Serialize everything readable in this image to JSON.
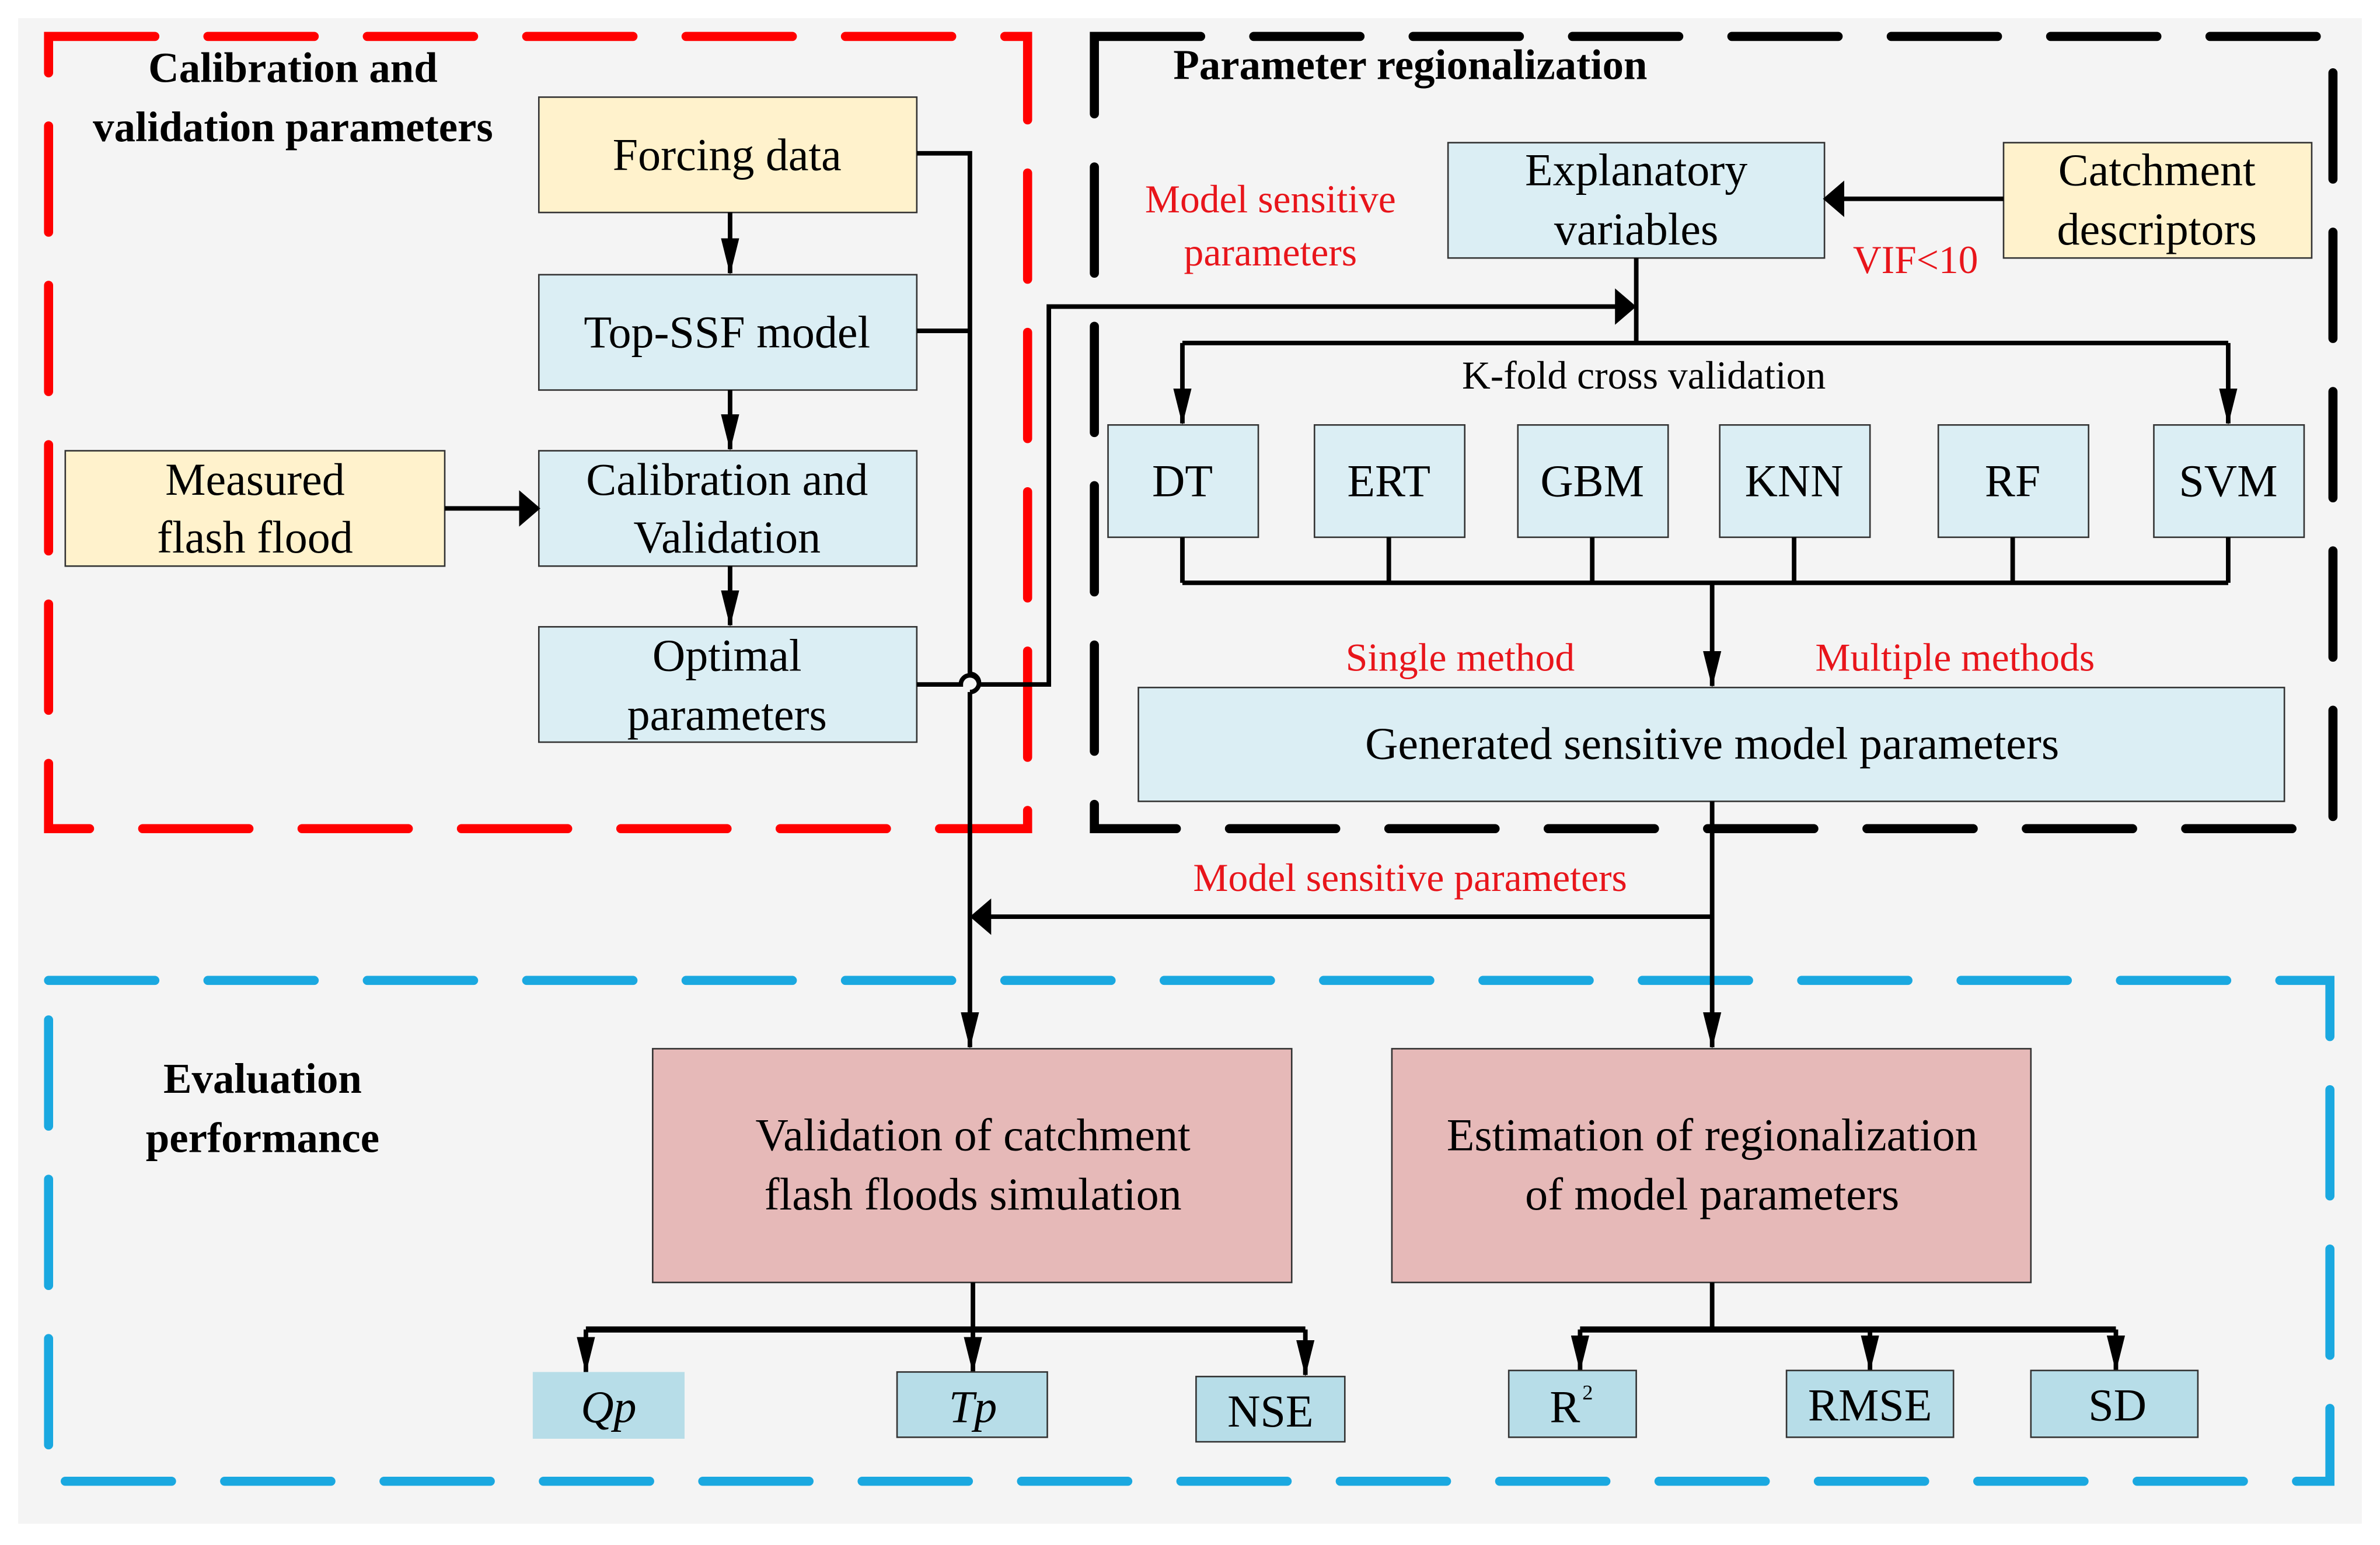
{
  "colors": {
    "background": "#f4f4f4",
    "red_dash": "#ff0000",
    "black_dash": "#000000",
    "blue_dash": "#1aa8e0",
    "box_yellow": "#fff2cc",
    "box_blue": "#dbeef4",
    "box_pink": "#e6b9b8",
    "box_metric_blue": "#b7dde8",
    "red_text": "#e8151b"
  },
  "sections": {
    "calibration": {
      "title_line1": "Calibration and",
      "title_line2": "validation parameters"
    },
    "regionalization": {
      "title": "Parameter regionalization"
    },
    "evaluation": {
      "title_line1": "Evaluation",
      "title_line2": "performance"
    }
  },
  "calibration_boxes": {
    "forcing": "Forcing data",
    "topssf": "Top-SSF model",
    "calval_line1": "Calibration and",
    "calval_line2": "Validation",
    "optimal_line1": "Optimal",
    "optimal_line2": "parameters",
    "measured_line1": "Measured",
    "measured_line2": "flash  flood"
  },
  "regionalization_boxes": {
    "explanatory_line1": "Explanatory",
    "explanatory_line2": "variables",
    "catchment_line1": "Catchment",
    "catchment_line2": "descriptors",
    "generated": "Generated  sensitive model parameters",
    "methods": [
      "DT",
      "ERT",
      "GBM",
      "KNN",
      "RF",
      "SVM"
    ]
  },
  "labels": {
    "model_sensitive_line1": "Model sensitive",
    "model_sensitive_line2": "parameters",
    "vif": "VIF<10",
    "kfold": "K-fold cross  validation",
    "single_method": "Single method",
    "multiple_methods": "Multiple methods",
    "model_sensitive_parameters": "Model sensitive parameters"
  },
  "evaluation_boxes": {
    "validation_line1": "Validation of catchment",
    "validation_line2": "flash floods simulation",
    "estimation_line1": "Estimation of regionalization",
    "estimation_line2": "of model parameters",
    "metrics_left": [
      "Qp",
      "Tp",
      "NSE"
    ],
    "metrics_right_r": "R",
    "metrics_right_r_sup": "2",
    "metrics_right": [
      "RMSE",
      "SD"
    ]
  }
}
